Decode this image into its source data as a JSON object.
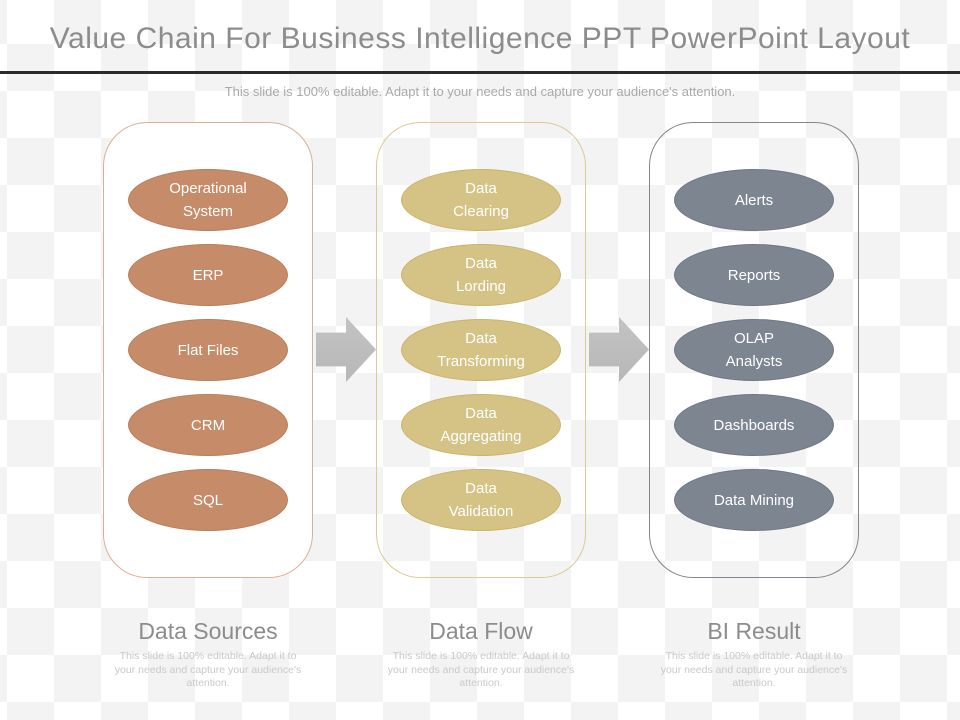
{
  "slide": {
    "title": "Value Chain For Business Intelligence PPT PowerPoint Layout",
    "subtitle": "This slide is 100% editable. Adapt it to your needs and capture your audience's attention."
  },
  "columns": [
    {
      "heading": "Data Sources",
      "footnote": "This slide is 100% editable. Adapt it to your needs and capture your audience's attention.",
      "items": [
        "Operational\nSystem",
        "ERP",
        "Flat Files",
        "CRM",
        "SQL"
      ]
    },
    {
      "heading": "Data Flow",
      "footnote": "This slide is 100% editable. Adapt it to your needs and capture your audience's attention.",
      "items": [
        "Data\nClearing",
        "Data\nLording",
        "Data\nTransforming",
        "Data\nAggregating",
        "Data\nValidation"
      ]
    },
    {
      "heading": "BI Result",
      "footnote": "This slide is 100% editable. Adapt it to your needs and capture your audience's attention.",
      "items": [
        "Alerts",
        "Reports",
        "OLAP\nAnalysts",
        "Dashboards",
        "Data Mining"
      ]
    }
  ],
  "icons": {
    "flow_arrow": "right-arrow"
  },
  "colors": {
    "data_sources_fill": "#c68b69",
    "data_flow_fill": "#d5c385",
    "bi_result_fill": "#7d8591",
    "arrow_fill": "#bdbdbd",
    "divider": "#2b2b2b",
    "title_text": "#8c8c8c",
    "footnote_text": "#c9c9c9",
    "node_text": "#ffffff"
  }
}
